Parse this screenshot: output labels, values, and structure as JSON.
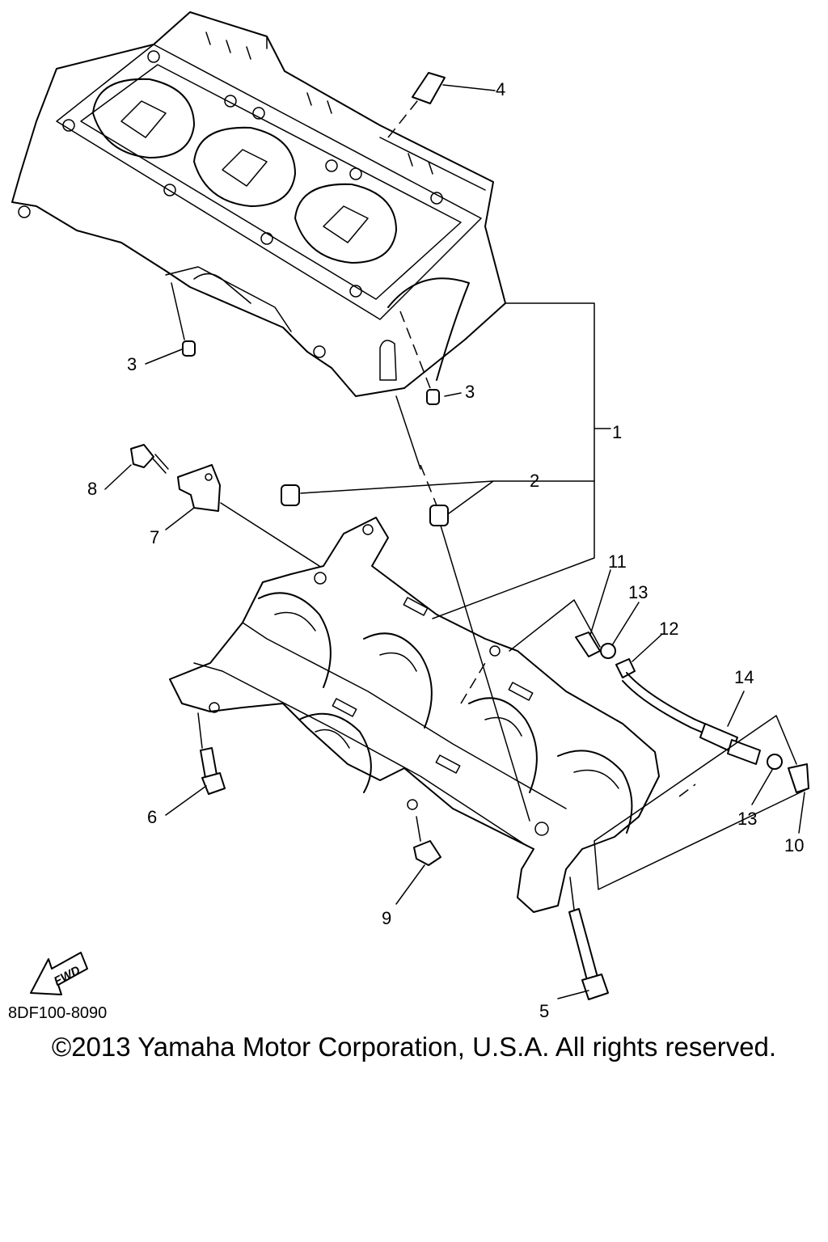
{
  "diagram_code": "8DF100-8090",
  "copyright": "©2013 Yamaha Motor Corporation, U.S.A. All rights reserved.",
  "fwd_label": "FWD",
  "callouts": [
    "1",
    "2",
    "3",
    "3",
    "4",
    "5",
    "6",
    "7",
    "8",
    "9",
    "10",
    "11",
    "12",
    "13",
    "13",
    "14"
  ]
}
